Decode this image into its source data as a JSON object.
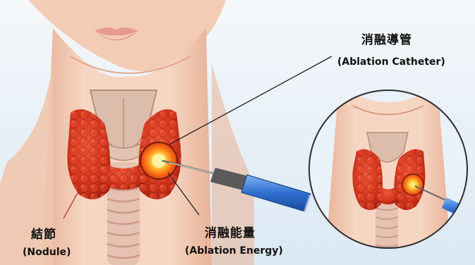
{
  "labels": {
    "catheter": {
      "zh": "消融導管",
      "en": "(Ablation Catheter)"
    },
    "nodule": {
      "zh": "結節",
      "en": "(Nodule)"
    },
    "energy": {
      "zh": "消融能量",
      "en": "(Ablation Energy)"
    }
  },
  "colors": {
    "background": "#e9f1f8",
    "skin": "#f4cdb6",
    "skin_shadow": "#e8ad92",
    "thyroid": "#d8361d",
    "thyroid_dark": "#a81f10",
    "thyroid_light": "#f05a38",
    "cartilage": "#d9b8a6",
    "trachea": "#e7c1b1",
    "energy_core": "#ffd23a",
    "energy_glow": "#ff7a1a",
    "catheter_blue": "#2f6fd0",
    "lips": "#e69a8e"
  },
  "icons": {
    "catheter": "ablation-catheter-needle",
    "thyroid": "thyroid-gland-illustration",
    "zoom": "zoomed-detail-circle"
  }
}
